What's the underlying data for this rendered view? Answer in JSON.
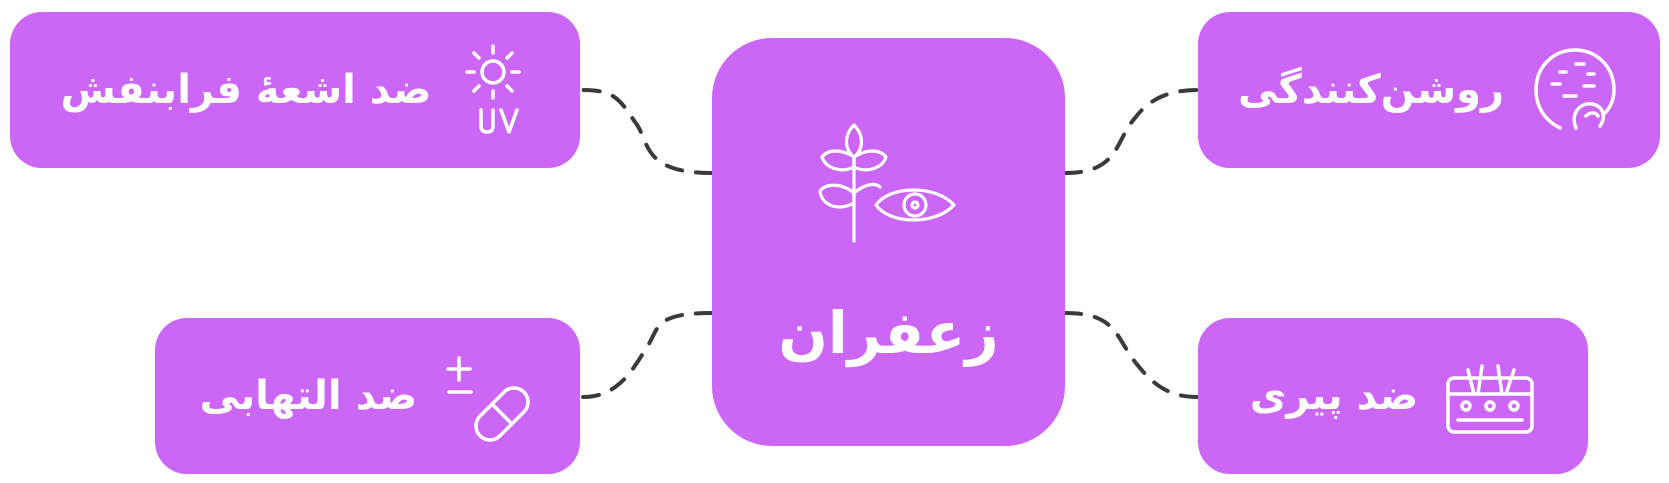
{
  "center": {
    "label": "زعفران",
    "icon": "saffron-plant-eye-icon"
  },
  "nodes": {
    "top_left": {
      "label": "ضد اشعهٔ فرابنفش",
      "icon": "sun-uv-icon"
    },
    "bottom_left": {
      "label": "ضد التهابی",
      "icon": "pill-plus-minus-icon"
    },
    "top_right": {
      "label": "روشن‌کنندگی",
      "icon": "face-glow-icon"
    },
    "bottom_right": {
      "label": "ضد پیری",
      "icon": "skin-layers-icon"
    }
  },
  "colors": {
    "card": "#cc66f7",
    "text": "#ffffff",
    "connector": "#3a3a3a"
  }
}
